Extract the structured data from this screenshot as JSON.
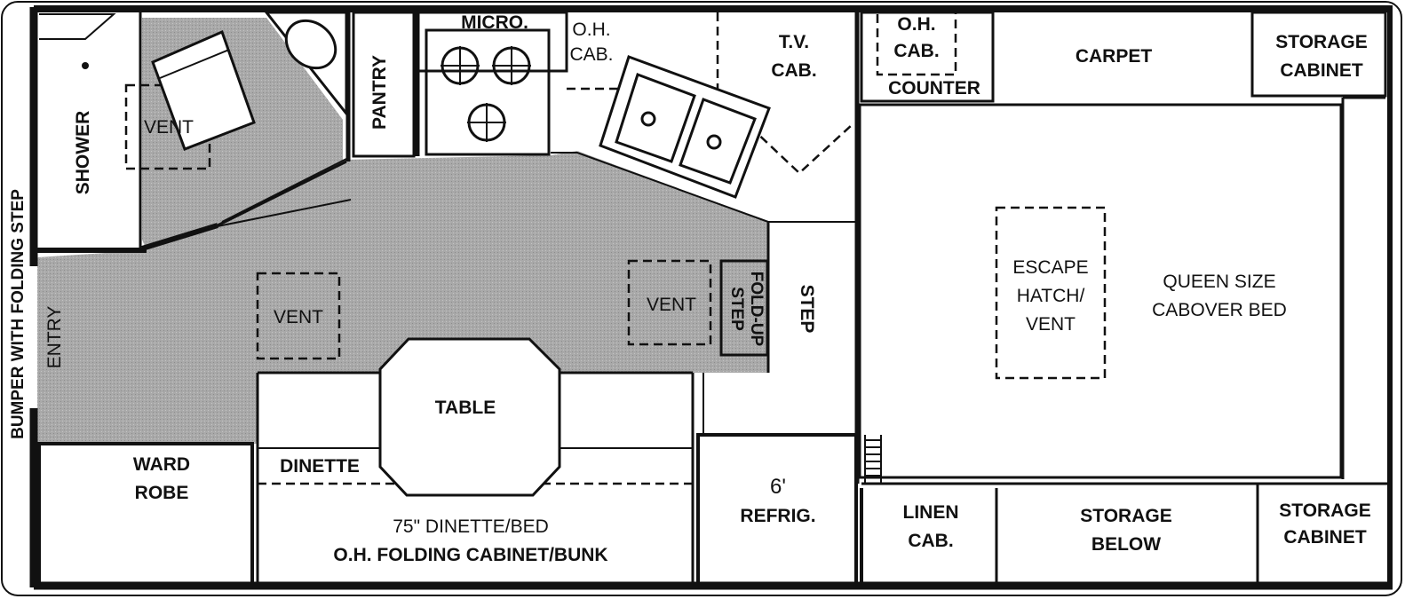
{
  "floorplan": {
    "side_label": "BUMPER WITH FOLDING STEP",
    "shower": "SHOWER",
    "vent": "VENT",
    "pantry": "PANTRY",
    "micro": "MICRO.",
    "oh_cab": [
      "O.H.",
      "CAB."
    ],
    "tv_cab": [
      "T.V.",
      "CAB."
    ],
    "oh_cab_counter": [
      "O.H.",
      "CAB."
    ],
    "counter": "COUNTER",
    "carpet": "CARPET",
    "storage_cabinet": [
      "STORAGE",
      "CABINET"
    ],
    "entry": "ENTRY",
    "fold_up_step": [
      "FOLD-UP",
      "STEP"
    ],
    "step": "STEP",
    "escape_hatch": [
      "ESCAPE",
      "HATCH/",
      "VENT"
    ],
    "bed": [
      "QUEEN SIZE",
      "CABOVER BED"
    ],
    "table": "TABLE",
    "dinette": "DINETTE",
    "wardrobe": [
      "WARD",
      "ROBE"
    ],
    "dinette_bed": "75\" DINETTE/BED",
    "folding_cabinet": "O.H. FOLDING CABINET/BUNK",
    "refrig": [
      "6'",
      "REFRIG."
    ],
    "linen_cab": [
      "LINEN",
      "CAB."
    ],
    "storage_below": [
      "STORAGE",
      "BELOW"
    ],
    "storage_cabinet_2": [
      "STORAGE",
      "CABINET"
    ]
  }
}
